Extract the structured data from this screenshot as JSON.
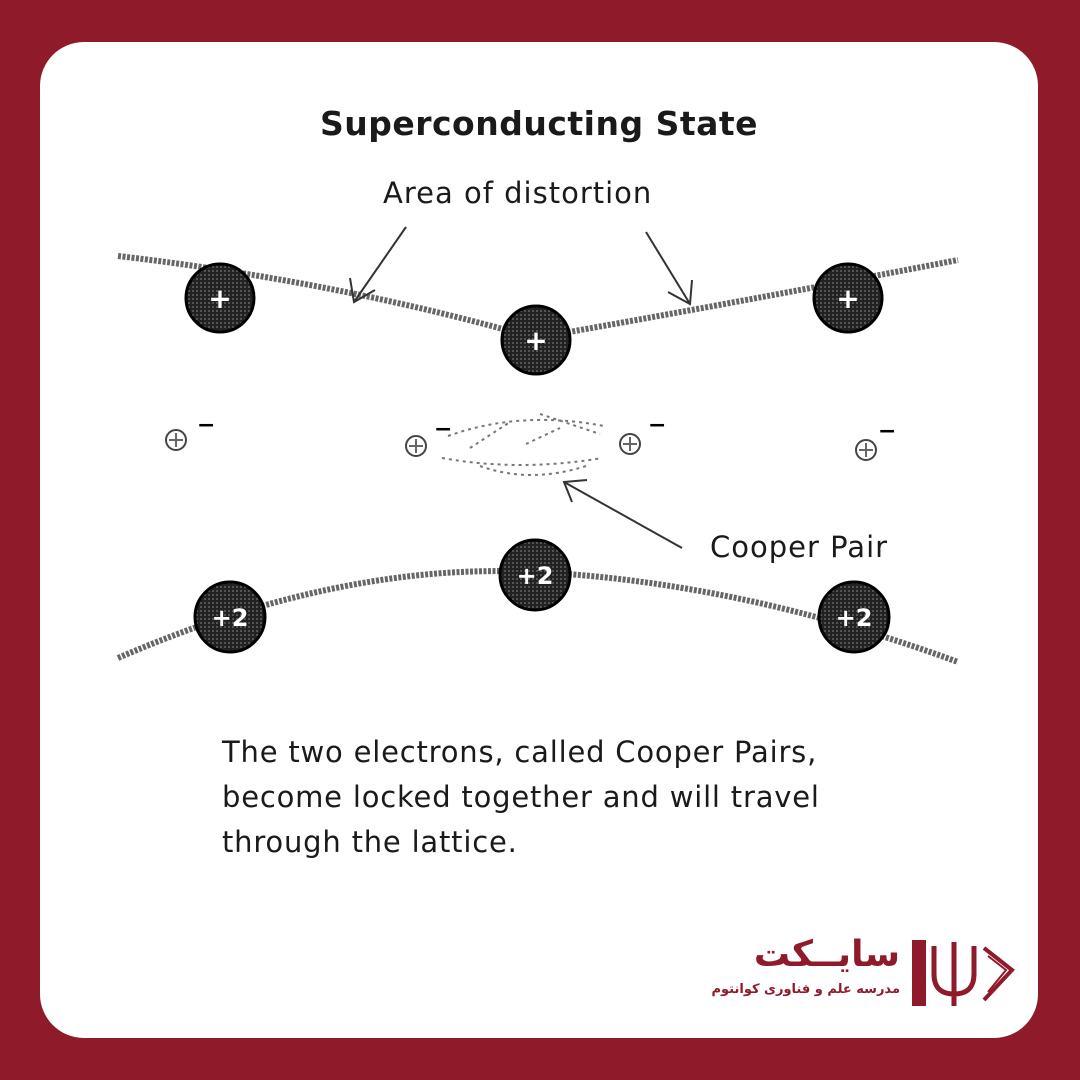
{
  "title": "Superconducting State",
  "labels": {
    "area_of_distortion": "Area of distortion",
    "cooper_pair": "Cooper Pair"
  },
  "caption": {
    "line1": "The two electrons, called Cooper Pairs,",
    "line2": "become locked together and will travel",
    "line3": "through the lattice."
  },
  "ions": {
    "top_row_symbol": "+",
    "bottom_row_symbol": "+2"
  },
  "electron_symbol": "−",
  "logo": {
    "brand": "سایــکت",
    "subtitle": "مدرسه علم و فناوری کوانتوم",
    "icon": "psi-book-icon"
  },
  "colors": {
    "frame": "#8f1a2a",
    "card": "#ffffff",
    "ink": "#1a1a1a",
    "brand": "#8f1a2a"
  }
}
